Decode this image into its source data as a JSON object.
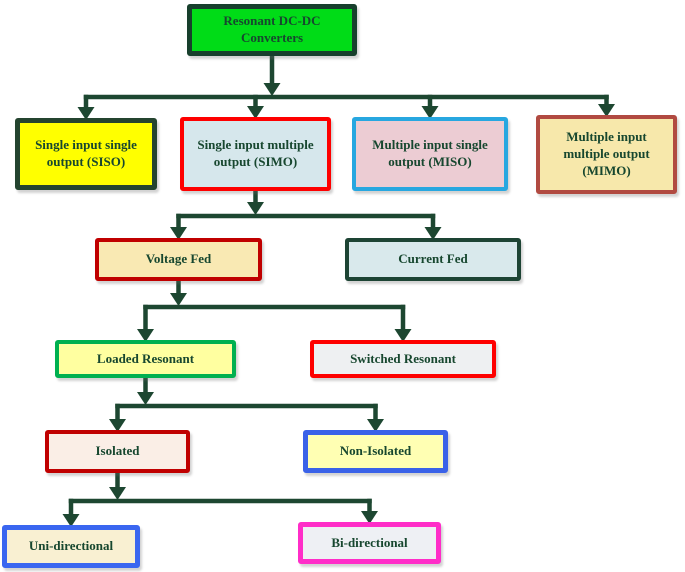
{
  "diagram": {
    "title": "Resonant DC-DC converters classification flowchart",
    "connector_color": "#1d4731",
    "text_color": "#17472f",
    "nodes": [
      {
        "id": "root",
        "label": "Resonant DC-DC Converters",
        "fill": "#00dc17",
        "border": "#173f2c"
      },
      {
        "id": "siso",
        "label": "Single input single output (SISO)",
        "fill": "#ffff00",
        "border": "#24442f"
      },
      {
        "id": "simo",
        "label": "Single input multiple output (SIMO)",
        "fill": "#d6e7ec",
        "border": "#fe0000"
      },
      {
        "id": "miso",
        "label": "Multiple input single output (MISO)",
        "fill": "#ecccd3",
        "border": "#27a7e0"
      },
      {
        "id": "mimo",
        "label": "Multiple input multiple output (MIMO)",
        "fill": "#f7e8ab",
        "border": "#b14a41"
      },
      {
        "id": "voltage",
        "label": "Voltage Fed",
        "fill": "#f9e9b3",
        "border": "#c00000"
      },
      {
        "id": "current",
        "label": "Current Fed",
        "fill": "#d9e9ec",
        "border": "#1d4434"
      },
      {
        "id": "loaded",
        "label": "Loaded Resonant",
        "fill": "#ffffa0",
        "border": "#00b050"
      },
      {
        "id": "switched",
        "label": "Switched Resonant",
        "fill": "#eef0f2",
        "border": "#fe0000"
      },
      {
        "id": "isolated",
        "label": "Isolated",
        "fill": "#faeee6",
        "border": "#c00000"
      },
      {
        "id": "nonisolated",
        "label": "Non-Isolated",
        "fill": "#ffffb3",
        "border": "#3a62e8"
      },
      {
        "id": "uni",
        "label": "Uni-directional",
        "fill": "#f9f0d2",
        "border": "#3a66f0"
      },
      {
        "id": "bi",
        "label": "Bi-directional",
        "fill": "#eef0f4",
        "border": "#ff2dc8"
      }
    ],
    "edges": [
      {
        "from": "root",
        "to": [
          "siso",
          "simo",
          "miso",
          "mimo"
        ]
      },
      {
        "from": "simo",
        "to": [
          "voltage",
          "current"
        ]
      },
      {
        "from": "voltage",
        "to": [
          "loaded",
          "switched"
        ]
      },
      {
        "from": "loaded",
        "to": [
          "isolated",
          "nonisolated"
        ]
      },
      {
        "from": "isolated",
        "to": [
          "uni",
          "bi"
        ]
      }
    ]
  }
}
